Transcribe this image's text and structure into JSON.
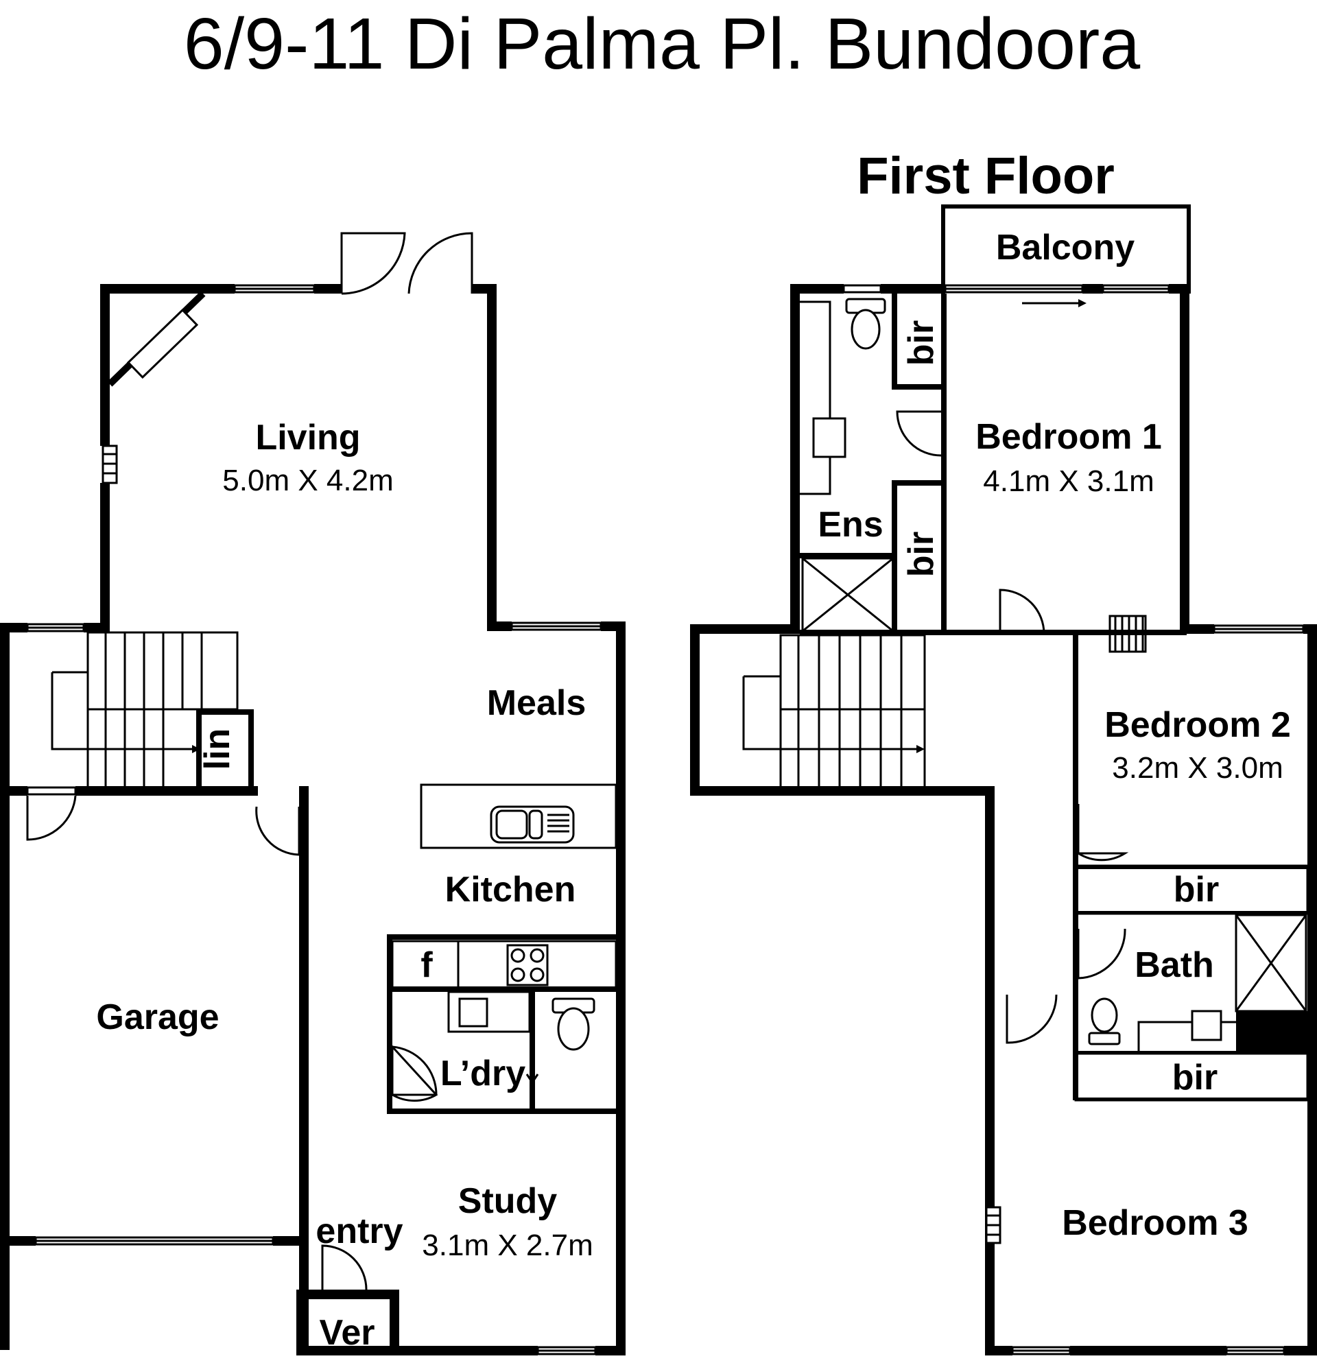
{
  "title": "6/9-11 Di Palma Pl. Bundoora",
  "first_floor_heading": "First Floor",
  "ground_floor": {
    "living": {
      "name": "Living",
      "dims": "5.0m X 4.2m"
    },
    "meals": {
      "name": "Meals"
    },
    "kitchen": {
      "name": "Kitchen"
    },
    "fridge": {
      "name": "f"
    },
    "laundry": {
      "name": "L’dry"
    },
    "garage": {
      "name": "Garage"
    },
    "linen": {
      "name": "lin"
    },
    "study": {
      "name": "Study",
      "dims": "3.1m X 2.7m"
    },
    "entry": {
      "name": "entry"
    },
    "verandah": {
      "name": "Ver"
    }
  },
  "first_floor": {
    "balcony": {
      "name": "Balcony"
    },
    "bedroom1": {
      "name": "Bedroom 1",
      "dims": "4.1m X 3.1m"
    },
    "ensuite": {
      "name": "Ens"
    },
    "bir_ens_top": "bir",
    "bir_ens_bottom": "bir",
    "bedroom2": {
      "name": "Bedroom 2",
      "dims": "3.2m X 3.0m"
    },
    "bir_bed2": "bir",
    "bath": {
      "name": "Bath"
    },
    "bir_bath": "bir",
    "bedroom3": {
      "name": "Bedroom 3"
    }
  }
}
